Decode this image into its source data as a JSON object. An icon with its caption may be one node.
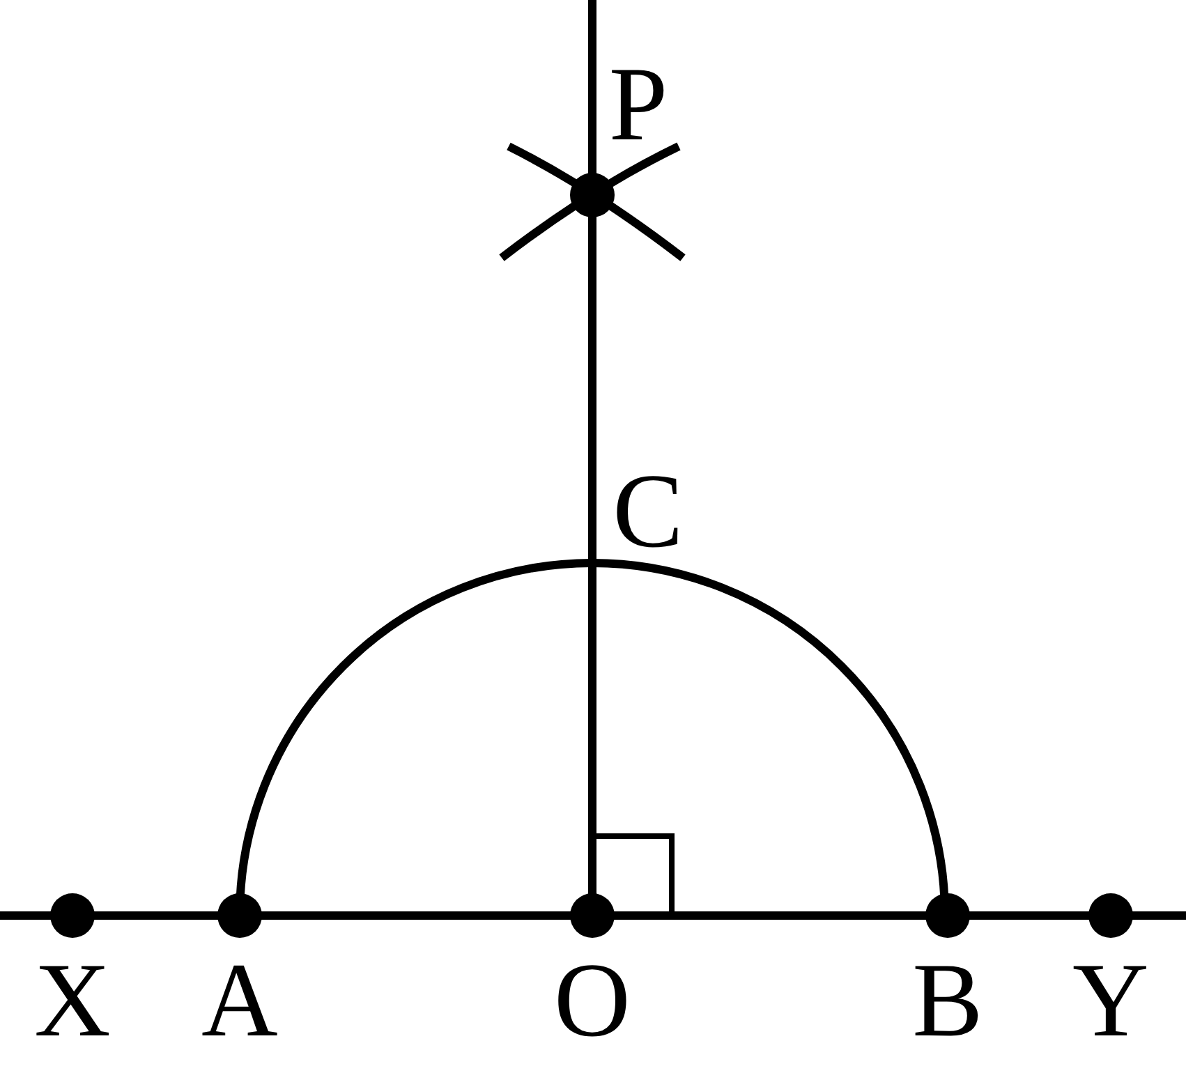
{
  "diagram": {
    "labels": [
      "P",
      "C",
      "X",
      "A",
      "O",
      "B",
      "Y"
    ]
  }
}
